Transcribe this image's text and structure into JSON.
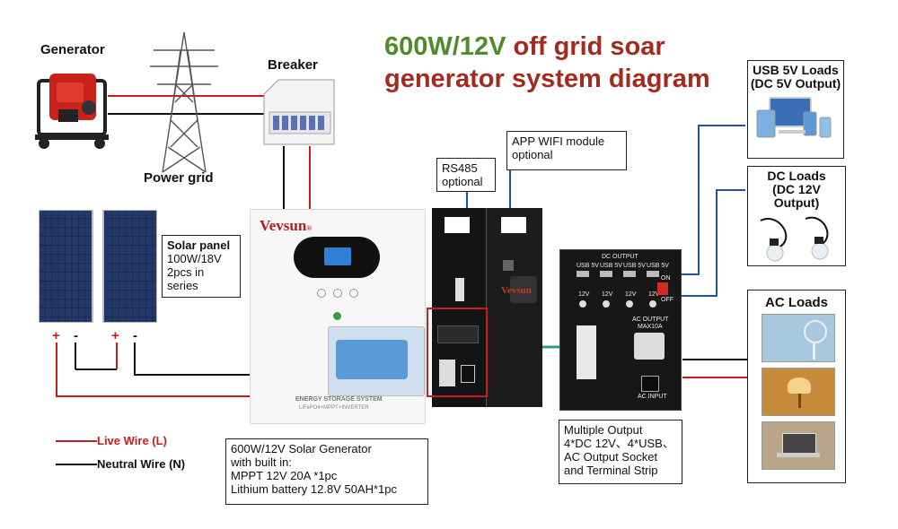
{
  "title": {
    "part1": "600W/12V",
    "part2": " off grid soar",
    "line2": "generator system diagram"
  },
  "labels": {
    "generator": "Generator",
    "power_grid": "Power grid",
    "breaker": "Breaker",
    "solar_title": "Solar panel",
    "solar_lines": [
      "100W/18V",
      "2pcs in",
      "series"
    ],
    "rs485": [
      "RS485",
      "optional"
    ],
    "wifi": [
      "APP WIFI module",
      "optional"
    ],
    "usb_loads": [
      "USB 5V Loads",
      "(DC 5V Output)"
    ],
    "dc_loads": [
      "DC Loads",
      "(DC 12V Output)"
    ],
    "ac_loads": "AC Loads",
    "generator_box": [
      "600W/12V Solar Generator",
      "with built in:",
      "MPPT 12V 20A *1pc",
      "Lithium battery 12.8V 50AH*1pc"
    ],
    "output_box": [
      "Multiple Output",
      "4*DC 12V、4*USB、",
      "AC Output Socket",
      "and Terminal Strip"
    ]
  },
  "poles": [
    "+",
    "-",
    "+",
    "-"
  ],
  "legend": {
    "live": "Live Wire (L)",
    "neutral": "Neutral Wire (N)"
  },
  "device": {
    "brand": "Vevsun",
    "trademark": "®",
    "panel_title": "ENERGY STORAGE SYSTEM",
    "panel_sub": "LiFePO4+MPPT+INVERTER"
  },
  "output_panel": {
    "brand": "Vevsun",
    "dc_output": "DC OUTPUT",
    "usb_labels": [
      "USB 5V",
      "USB 5V",
      "USB 5V",
      "USB 5V"
    ],
    "dc_labels": [
      "12V",
      "12V",
      "12V",
      "12V"
    ],
    "ac_output": "AC OUTPUT",
    "ac_max": "MAX10A",
    "ac_input": "AC INPUT",
    "on": "ON",
    "off": "OFF"
  },
  "colors": {
    "title_red": "#a32a1e",
    "title_green": "#4e8b2b",
    "live_wire": "#c81d1d",
    "neutral_wire": "#111111",
    "dc_wire": "#1f55a6",
    "ac_link": "#2aa07a"
  }
}
